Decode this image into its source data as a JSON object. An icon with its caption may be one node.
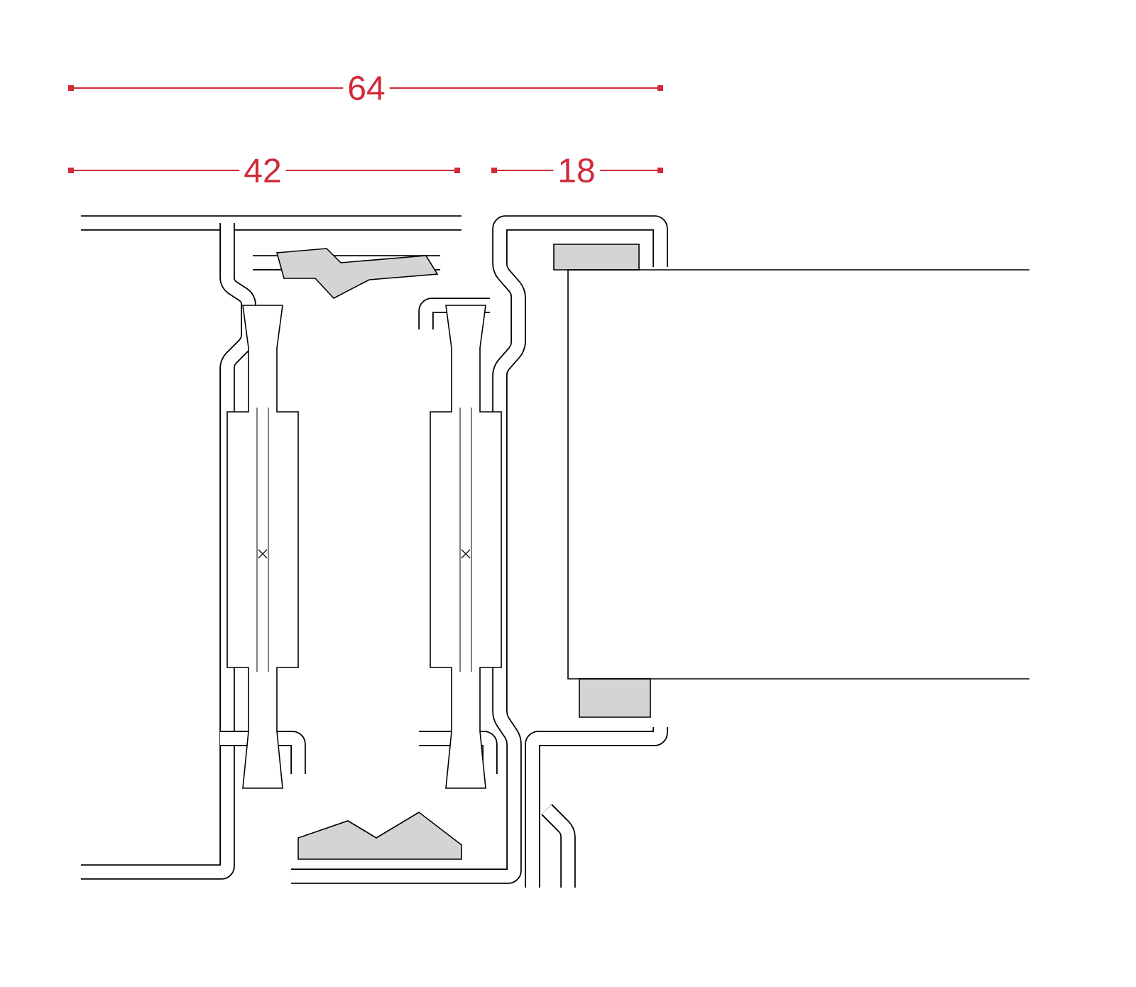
{
  "diagram": {
    "labels": [
      "64",
      "42",
      "18"
    ]
  }
}
